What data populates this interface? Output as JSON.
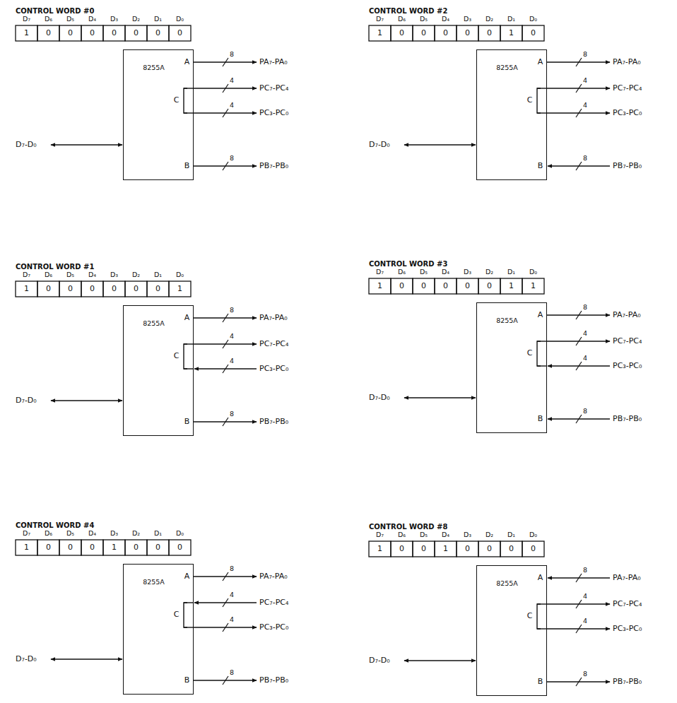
{
  "diagram": {
    "nodes": [
      {
        "text": [
          "8255A",
          "A",
          "C",
          "B"
        ]
      },
      {
        "text": [
          "8255A",
          "A",
          "C",
          "B"
        ]
      },
      {
        "text": [
          "8255A",
          "A",
          "C",
          "B"
        ]
      },
      {
        "text": [
          "8255A",
          "A",
          "C",
          "B"
        ]
      },
      {
        "text": [
          "8255A",
          "A",
          "C",
          "B"
        ]
      },
      {
        "text": [
          "8255A",
          "A",
          "C",
          "B"
        ]
      }
    ],
    "labels": [
      "CONTROL WORD #0",
      "D₇",
      "D₆",
      "D₅",
      "D₄",
      "D₃",
      "D₂",
      "D₁",
      "D₀",
      "1",
      "0",
      "0",
      "0",
      "0",
      "0",
      "0",
      "0",
      "D₇-D₀",
      "8",
      "PA₇-PA₀",
      "4",
      "PC₇-PC₄",
      "4",
      "PC₃-PC₀",
      "8",
      "PB₇-PB₀",
      "CONTROL WORD #2",
      "D₇",
      "D₆",
      "D₅",
      "D₄",
      "D₃",
      "D₂",
      "D₁",
      "D₀",
      "1",
      "0",
      "0",
      "0",
      "0",
      "0",
      "1",
      "0",
      "D₇-D₀",
      "8",
      "PA₇-PA₀",
      "4",
      "PC₇-PC₄",
      "4",
      "PC₃-PC₀",
      "8",
      "PB₇-PB₀",
      "CONTROL WORD #1",
      "D₇",
      "D₆",
      "D₅",
      "D₄",
      "D₃",
      "D₂",
      "D₁",
      "D₀",
      "1",
      "0",
      "0",
      "0",
      "0",
      "0",
      "0",
      "1",
      "D₇-D₀",
      "8",
      "PA₇-PA₀",
      "4",
      "PC₇-PC₄",
      "4",
      "PC₃-PC₀",
      "8",
      "PB₇-PB₀",
      "CONTROL WORD #3",
      "D₇",
      "D₆",
      "D₅",
      "D₄",
      "D₃",
      "D₂",
      "D₁",
      "D₀",
      "1",
      "0",
      "0",
      "0",
      "0",
      "0",
      "1",
      "1",
      "D₇-D₀",
      "8",
      "PA₇-PA₀",
      "4",
      "PC₇-PC₄",
      "4",
      "PC₃-PC₀",
      "8",
      "PB₇-PB₀",
      "CONTROL WORD #4",
      "D₇",
      "D₆",
      "D₅",
      "D₄",
      "D₃",
      "D₂",
      "D₁",
      "D₀",
      "1",
      "0",
      "0",
      "0",
      "1",
      "0",
      "0",
      "0",
      "D₇-D₀",
      "8",
      "PA₇-PA₀",
      "4",
      "PC₇-PC₄",
      "4",
      "PC₃-PC₀",
      "8",
      "PB₇-PB₀",
      "CONTROL WORD #8",
      "D₇",
      "D₆",
      "D₅",
      "D₄",
      "D₃",
      "D₂",
      "D₁",
      "D₀",
      "1",
      "0",
      "0",
      "1",
      "0",
      "0",
      "0",
      "0",
      "D₇-D₀",
      "8",
      "PA₇-PA₀",
      "4",
      "PC₇-PC₄",
      "4",
      "PC₃-PC₀",
      "8",
      "PB₇-PB₀"
    ]
  }
}
